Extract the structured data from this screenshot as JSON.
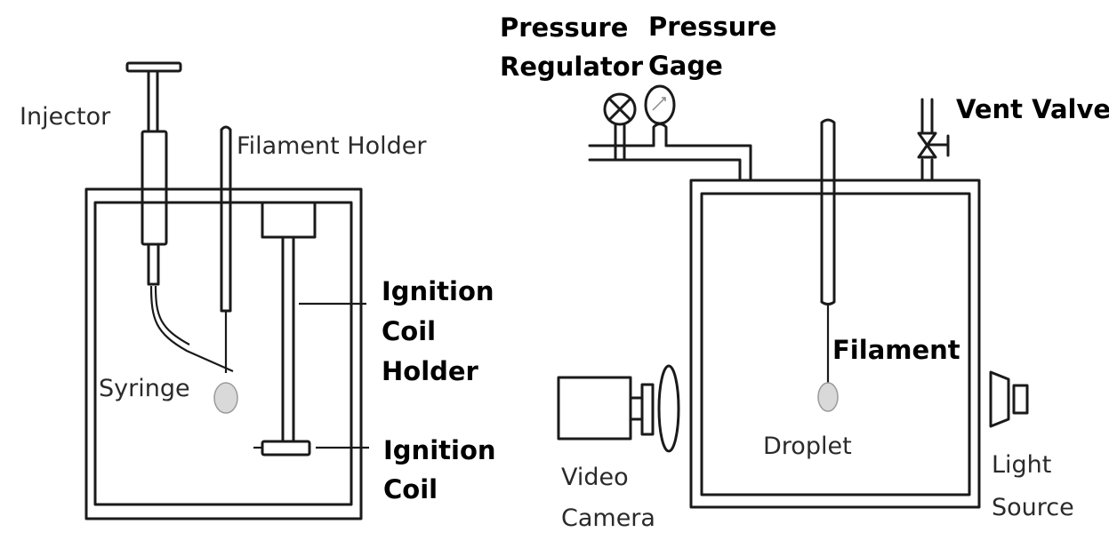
{
  "diagram": {
    "left_panel": {
      "labels": {
        "injector": "Injector",
        "filament_holder": "Filament Holder",
        "syringe": "Syringe",
        "ignition_coil_holder": [
          "Ignition",
          "Coil",
          "Holder"
        ],
        "ignition_coil": [
          "Ignition",
          "Coil"
        ]
      }
    },
    "right_panel": {
      "labels": {
        "pressure_regulator": [
          "Pressure",
          "Regulator"
        ],
        "pressure_gage": [
          "Pressure",
          "Gage"
        ],
        "vent_valve": "Vent Valve",
        "filament": "Filament",
        "droplet": "Droplet",
        "video_camera": [
          "Video",
          "Camera"
        ],
        "light_source": [
          "Light",
          "Source"
        ]
      }
    },
    "colors": {
      "line": "#1a1a1a",
      "droplet_fill": "#d9d9d9",
      "background": "#ffffff"
    }
  }
}
